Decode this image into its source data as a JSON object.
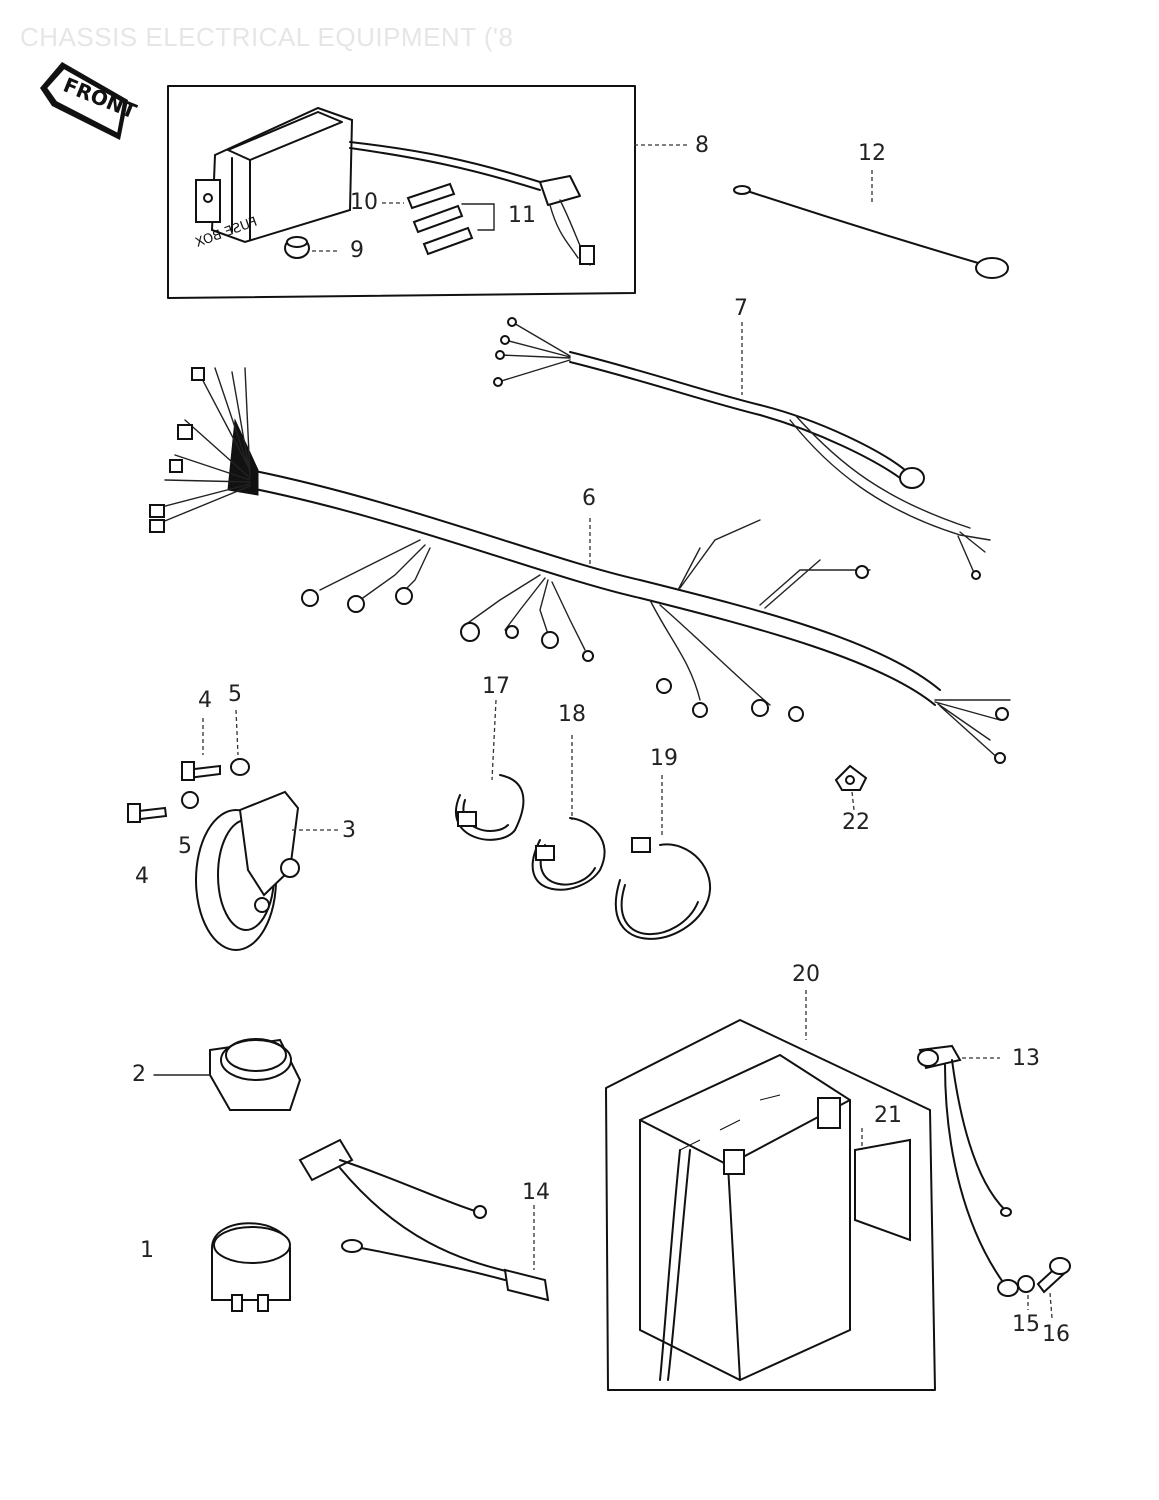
{
  "header": {
    "title": "CHASSIS ELECTRICAL EQUIPMENT ('8"
  },
  "front_badge": {
    "label": "FRONT"
  },
  "fuse_box": {
    "label": "FUSE BOX"
  },
  "callouts": {
    "n1": "1",
    "n2": "2",
    "n3": "3",
    "n4a": "4",
    "n4b": "4",
    "n5a": "5",
    "n5b": "5",
    "n6": "6",
    "n7": "7",
    "n8": "8",
    "n9": "9",
    "n10": "10",
    "n11": "11",
    "n12": "12",
    "n13": "13",
    "n14": "14",
    "n15": "15",
    "n16": "16",
    "n17": "17",
    "n18": "18",
    "n19": "19",
    "n20": "20",
    "n21": "21",
    "n22": "22"
  },
  "colors": {
    "ink": "#111111",
    "background": "#ffffff",
    "header": "#e6e6e6"
  },
  "icons": [
    "front-arrow-icon"
  ]
}
